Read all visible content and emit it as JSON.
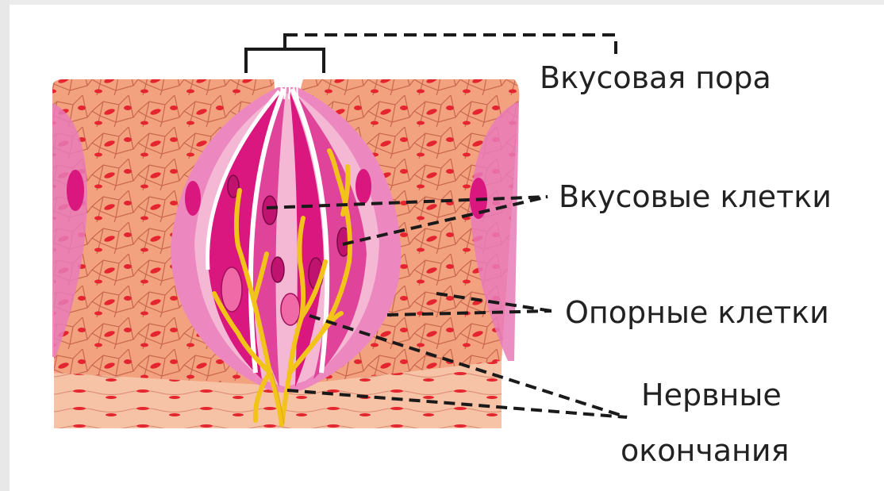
{
  "labels": {
    "taste_pore": "Вкусовая пора",
    "taste_cells": "Вкусовые клетки",
    "support_cells": "Опорные клетки",
    "nerve_endings_line1": "Нервные",
    "nerve_endings_line2": "окончания"
  },
  "colors": {
    "epithelium": "#f3a27f",
    "epithelium_dark": "#e98563",
    "basal_layer": "#f6c3a6",
    "cell_border": "#c0574a",
    "nucleus": "#e4252f",
    "support_cell": "#e77bb8",
    "taste_cell": "#d9177f",
    "nerve": "#f2c318",
    "leader_line": "#1a1a1a"
  }
}
